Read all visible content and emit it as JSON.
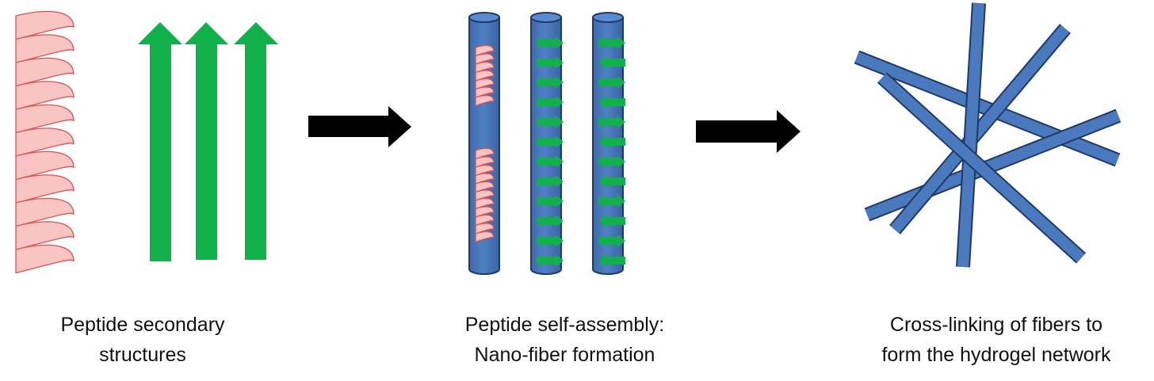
{
  "captions": {
    "step1": {
      "line1": "Peptide secondary",
      "line2": "structures"
    },
    "step2": {
      "line1": "Peptide self-assembly:",
      "line2": "Nano-fiber formation"
    },
    "step3": {
      "line1": "Cross-linking of fibers to",
      "line2": "form the hydrogel network"
    }
  },
  "colors": {
    "helix_fill": "#f8c4c4",
    "helix_stroke": "#e05050",
    "sheet_green": "#11b04a",
    "fiber_blue": "#4a79bd",
    "fiber_stroke": "#1f3a66",
    "process_arrow": "#000000"
  },
  "icons": {
    "helix": "alpha-helix-icon",
    "sheet": "beta-sheet-arrow-icon",
    "process": "right-arrow-icon",
    "fiber": "nanofiber-cylinder-icon"
  }
}
